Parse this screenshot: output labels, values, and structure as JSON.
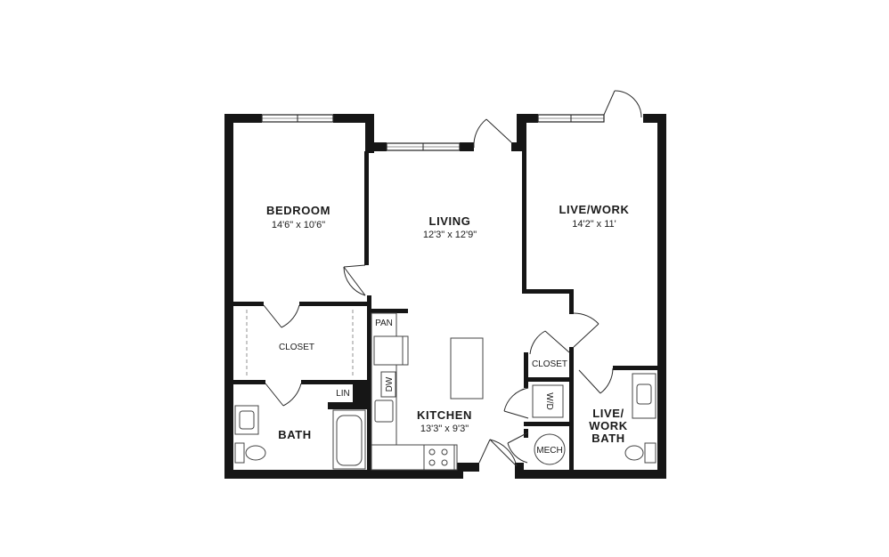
{
  "rooms": {
    "bedroom": {
      "name": "BEDROOM",
      "dim": "14'6\" x 10'6\""
    },
    "living": {
      "name": "LIVING",
      "dim": "12'3\" x 12'9\""
    },
    "live_work": {
      "name": "LIVE/WORK",
      "dim": "14'2\" x 11'"
    },
    "closet": {
      "name": "CLOSET"
    },
    "closet2": {
      "name": "CLOSET"
    },
    "bath": {
      "name": "BATH"
    },
    "kitchen": {
      "name": "KITCHEN",
      "dim": "13'3\" x 9'3\""
    },
    "live_work_bath": {
      "line1": "LIVE/",
      "line2": "WORK",
      "line3": "BATH"
    }
  },
  "labels": {
    "pan": "PAN",
    "lin": "LIN",
    "dw": "DW",
    "wd": "W/D",
    "mech": "MECH"
  }
}
